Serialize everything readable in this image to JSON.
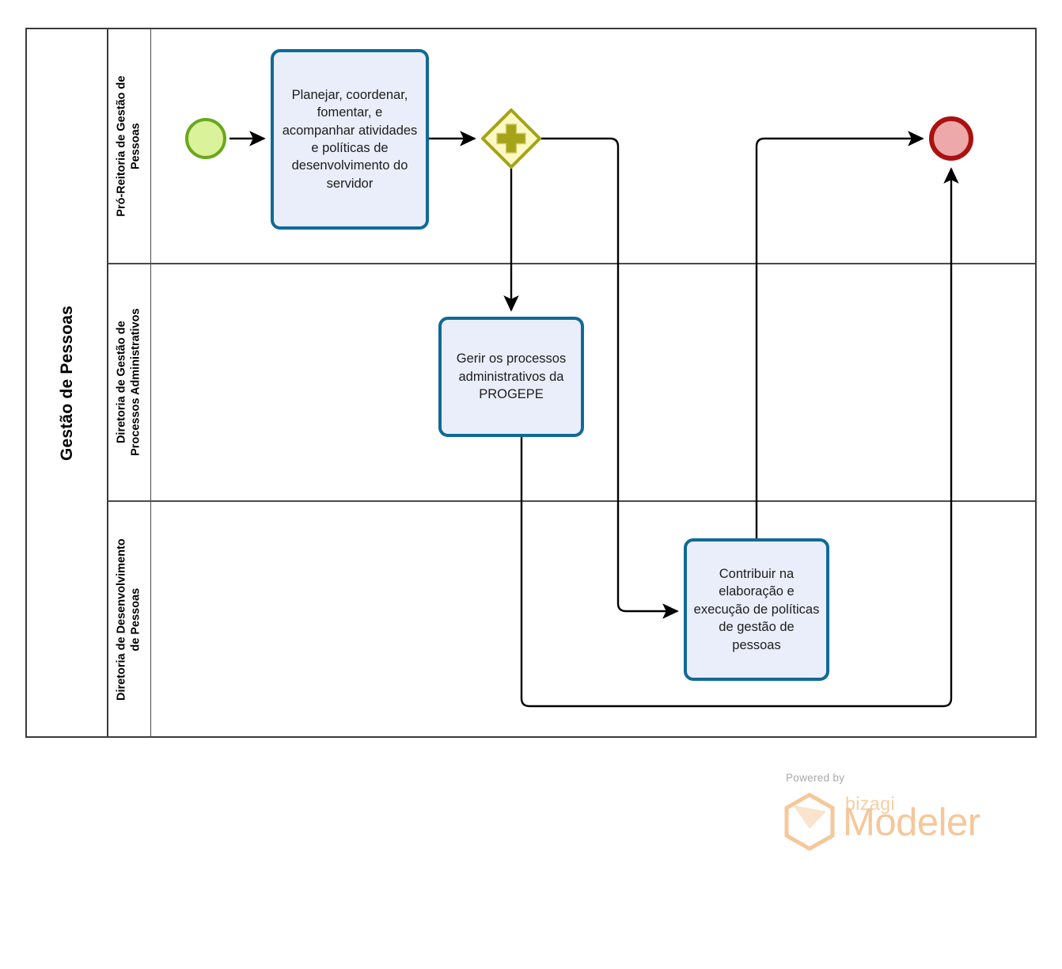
{
  "pool": {
    "name": "Gestão de Pessoas"
  },
  "lanes": [
    {
      "id": "lane-pro-reitoria",
      "label": "Pró-Reitoria de Gestão de\nPessoas"
    },
    {
      "id": "lane-diretoria-processos",
      "label": "Diretoria de Gestão de\nProcessos Administrativos"
    },
    {
      "id": "lane-diretoria-desenvolvimento",
      "label": "Diretoria de Desenvolvimento\nde Pessoas"
    }
  ],
  "events": {
    "start": {
      "name": "start-event",
      "label": "",
      "fill": "#daf29a",
      "stroke": "#6aa71e"
    },
    "end": {
      "name": "end-event",
      "label": "",
      "fill": "#eda9a9",
      "stroke": "#ab1111"
    }
  },
  "gateway": {
    "name": "parallel-gateway",
    "type": "parallel",
    "symbol": "+",
    "fill": "#fdf9c4",
    "stroke": "#a5a317"
  },
  "tasks": [
    {
      "id": "task-planejar",
      "label": "Planejar, coordenar, fomentar, e acompanhar atividades e políticas de desenvolvimento do servidor",
      "lane": "Pró-Reitoria de Gestão de Pessoas"
    },
    {
      "id": "task-gerir-processos",
      "label": "Gerir os processos administrativos da PROGEPE",
      "lane": "Diretoria de Gestão de Processos Administrativos"
    },
    {
      "id": "task-contribuir-politicas",
      "label": "Contribuir na elaboração e execução de políticas de gestão de pessoas",
      "lane": "Diretoria de Desenvolvimento de Pessoas"
    }
  ],
  "colors": {
    "task_fill": "#eaeefb",
    "task_stroke": "#106a96",
    "pool_border": "#3b3b3b",
    "lane_border": "#4a4a4a",
    "connector": "#000000",
    "watermark": "#f6c79a"
  },
  "watermark": {
    "powered_by": "Powered by",
    "brand": "bizagi",
    "product": "Modeler"
  }
}
